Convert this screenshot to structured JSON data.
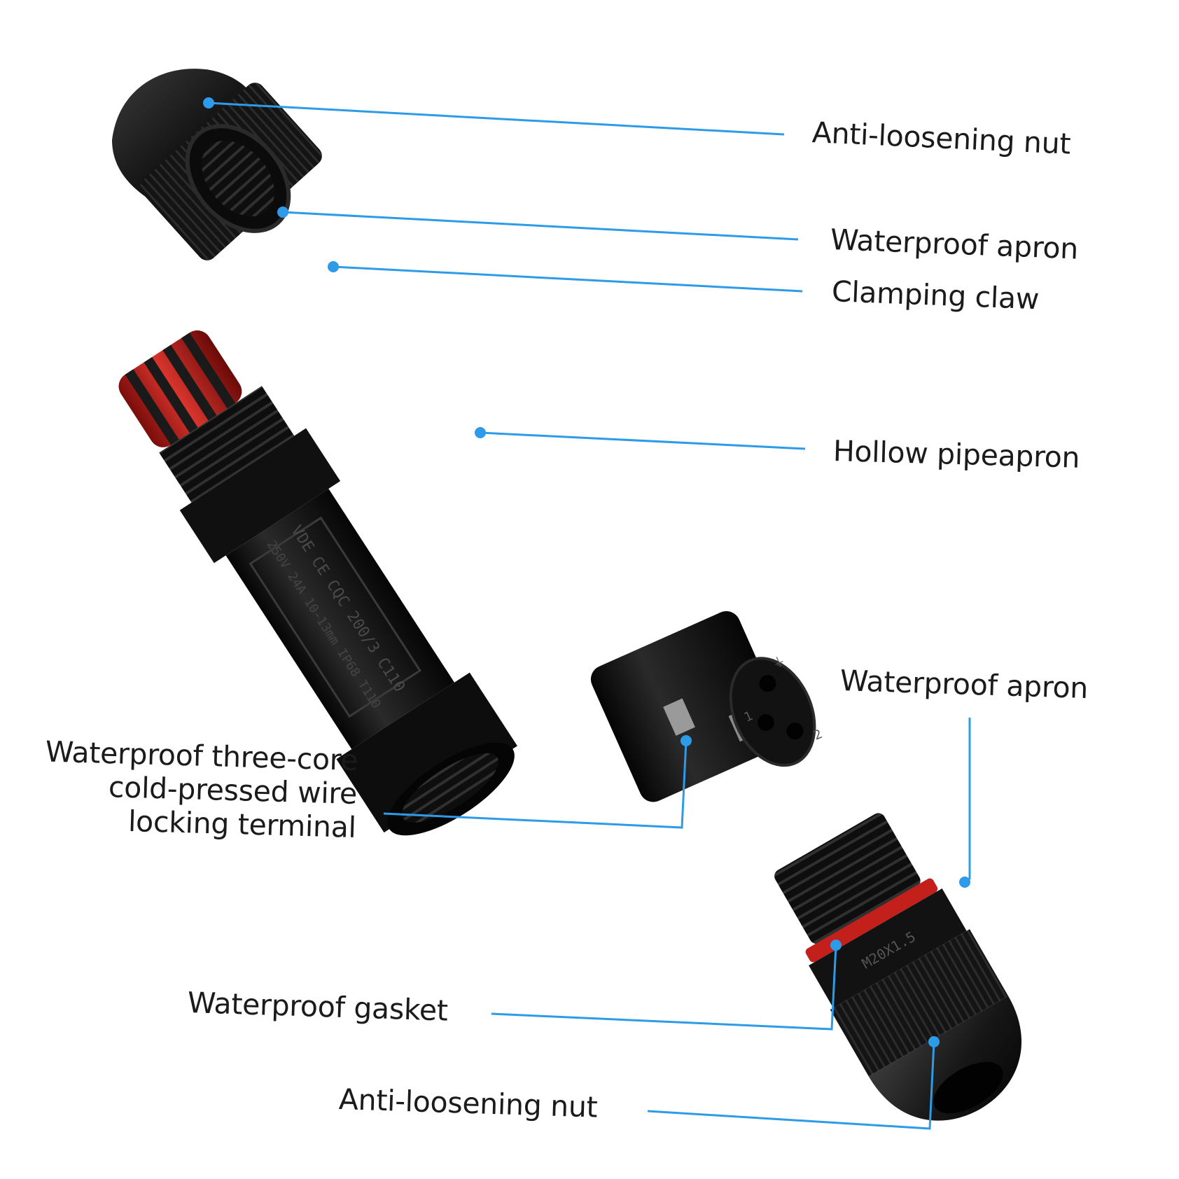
{
  "labels": {
    "anti_loosening_nut_top": "Anti-loosening nut",
    "waterproof_apron_top": "Waterproof apron",
    "clamping_claw": "Clamping claw",
    "hollow_pipe": "Hollow pipeapron",
    "waterproof_apron_bottom": "Waterproof apron",
    "terminal_line1": "Waterproof three-core",
    "terminal_line2": "cold-pressed wire",
    "terminal_line3": "locking terminal",
    "waterproof_gasket": "Waterproof gasket",
    "anti_loosening_nut_bottom": "Anti-loosening nut"
  },
  "body_markings": {
    "line1": "VDE CE CQC 200/3 C110",
    "line2": "250V 24A 10-13mm IP68 T110"
  },
  "terminal_markings": {
    "pin_earth": "⏚",
    "pin_1": "1",
    "pin_2": "2"
  },
  "gland_markings": {
    "code": "M20X1.5"
  },
  "colors": {
    "leader_line": "#2e9be8",
    "dot": "#2e9be8",
    "part_black": "#161616",
    "part_red": "#c3201c",
    "text": "#1b1b1b",
    "background": "#ffffff"
  }
}
